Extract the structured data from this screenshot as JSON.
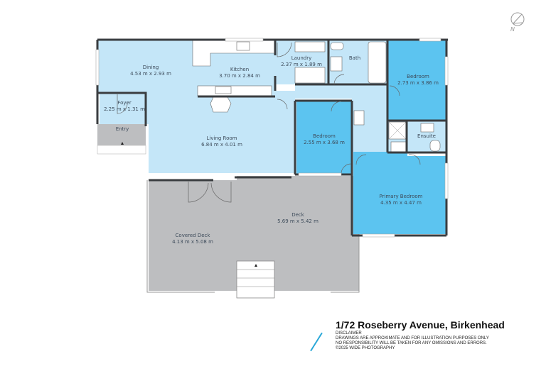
{
  "plan": {
    "address": "1/72 Roseberry Avenue, Birkenhead",
    "disclaimer": {
      "heading": "DISCLAIMER",
      "line1": "DRAWINGS ARE APPROXIMATE AND FOR ILLUSTRATION PURPOSES ONLY",
      "line2": "NO RESPONSIBILITY WILL BE TAKEN FOR ANY OMISSIONS AND ERRORS.",
      "line3": "©2025 WIDE PHOTOGRAPHY"
    },
    "compass": {
      "label": "N",
      "icon": "north-arrow-icon"
    },
    "colors": {
      "living_area": "#c4e6f8",
      "bedroom": "#5cc4f0",
      "outdoor": "#bdbec0",
      "wall": "#3a3d40",
      "accent": "#2aa8d8"
    },
    "rooms": [
      {
        "id": "dining",
        "name": "Dining",
        "dims": "4.53 m x 2.93 m"
      },
      {
        "id": "kitchen",
        "name": "Kitchen",
        "dims": "3.70 m x 2.84 m"
      },
      {
        "id": "laundry",
        "name": "Laundry",
        "dims": "2.37 m x 1.89 m"
      },
      {
        "id": "bath",
        "name": "Bath",
        "dims": ""
      },
      {
        "id": "bedroom2",
        "name": "Bedroom",
        "dims": "2.73 m x 3.86 m"
      },
      {
        "id": "foyer",
        "name": "Foyer",
        "dims": "2.25 m x 1.31 m"
      },
      {
        "id": "entry",
        "name": "Entry",
        "dims": ""
      },
      {
        "id": "living",
        "name": "Living Room",
        "dims": "6.84 m x 4.01 m"
      },
      {
        "id": "bedroom1",
        "name": "Bedroom",
        "dims": "2.55 m x 3.68 m"
      },
      {
        "id": "ensuite",
        "name": "Ensuite",
        "dims": ""
      },
      {
        "id": "primary",
        "name": "Primary Bedroom",
        "dims": "4.35 m x 4.47 m"
      },
      {
        "id": "deck",
        "name": "Deck",
        "dims": "5.69 m x 5.42 m"
      },
      {
        "id": "covered_deck",
        "name": "Covered Deck",
        "dims": "4.13 m x 5.08 m"
      }
    ]
  }
}
